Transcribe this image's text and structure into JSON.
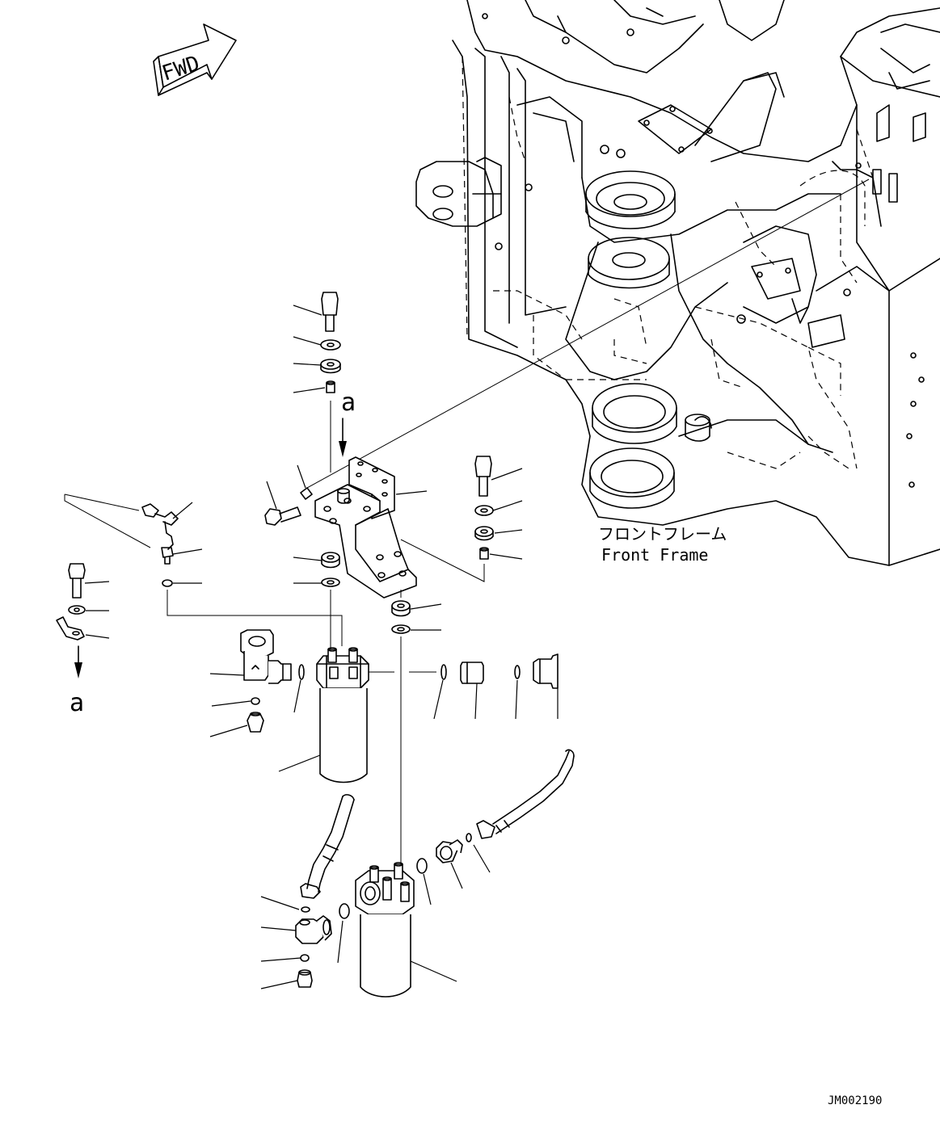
{
  "diagram": {
    "fwd_label": "FWD",
    "frame_label_jp": "フロントフレーム",
    "frame_label_en": "Front Frame",
    "view_marker": "a",
    "drawing_code": "JM002190"
  }
}
